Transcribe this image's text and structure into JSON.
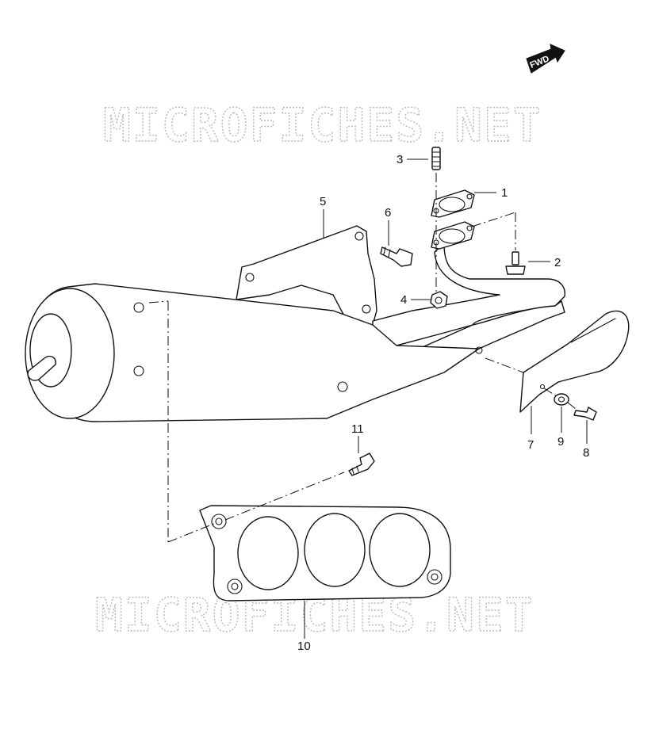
{
  "watermark": {
    "top": "MICROFICHES.NET",
    "bottom": "MICROFICHES.NET"
  },
  "direction_badge": {
    "label": "FWD",
    "icon": "forward-arrow-icon"
  },
  "callouts": [
    {
      "id": "1",
      "label": "1"
    },
    {
      "id": "2",
      "label": "2"
    },
    {
      "id": "3",
      "label": "3"
    },
    {
      "id": "4",
      "label": "4"
    },
    {
      "id": "5",
      "label": "5"
    },
    {
      "id": "6",
      "label": "6"
    },
    {
      "id": "7",
      "label": "7"
    },
    {
      "id": "8",
      "label": "8"
    },
    {
      "id": "9",
      "label": "9"
    },
    {
      "id": "10",
      "label": "10"
    },
    {
      "id": "11",
      "label": "11"
    }
  ],
  "colors": {
    "line": "#111111",
    "watermark": "#b9b9b9",
    "background": "#ffffff"
  }
}
